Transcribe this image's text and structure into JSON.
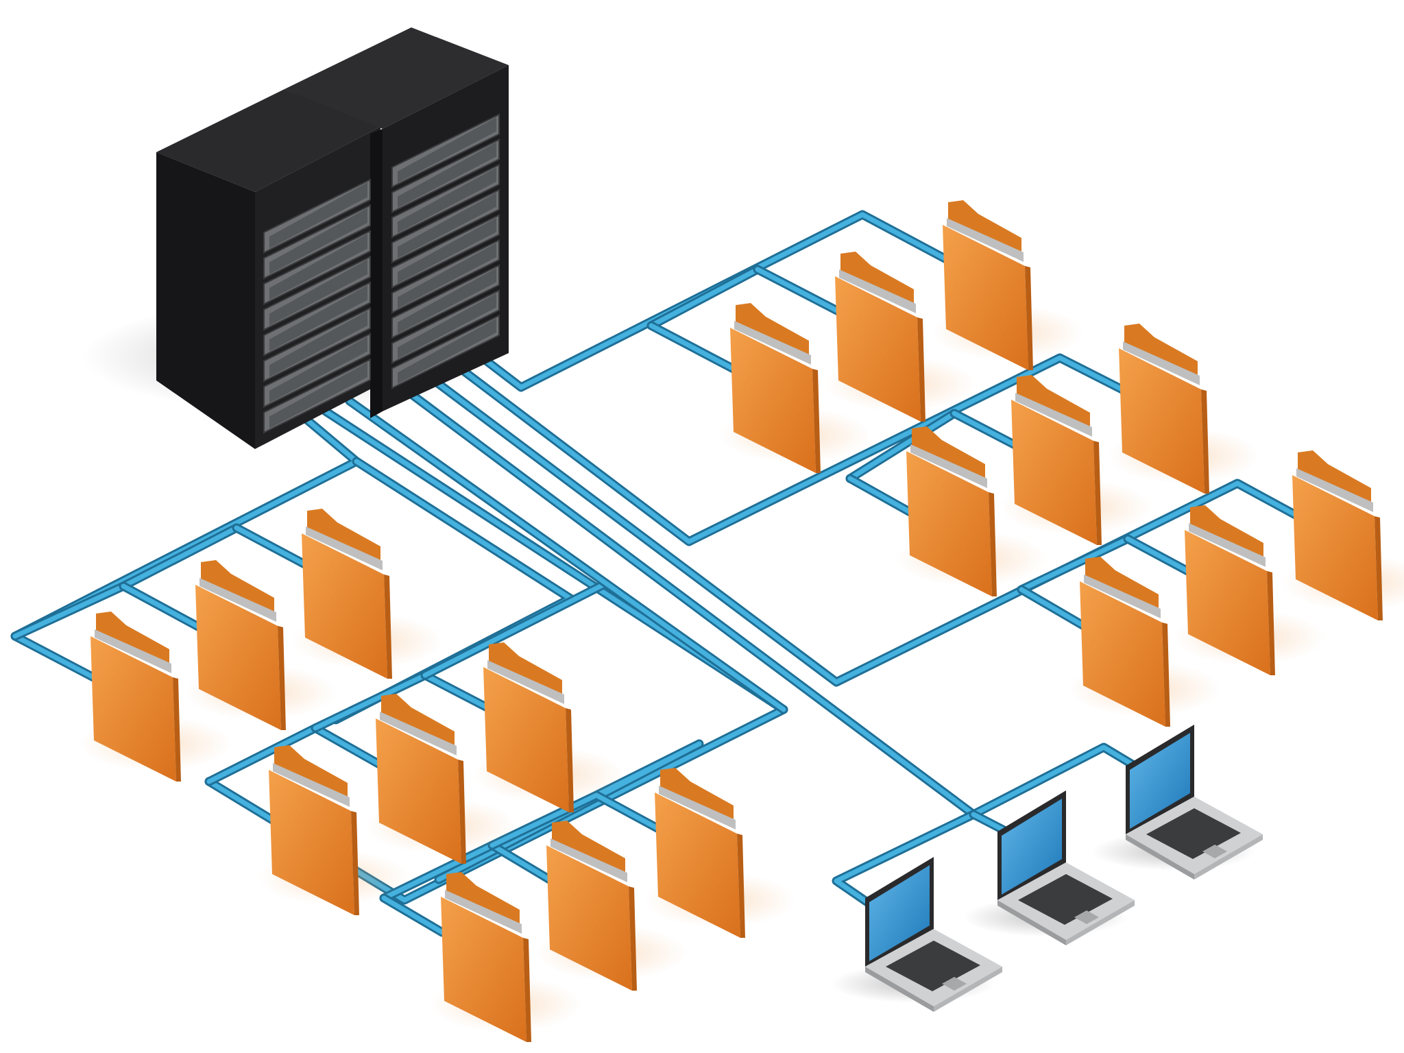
{
  "scene": {
    "background": "#ffffff",
    "cable_color": "#45b1df",
    "cable_edge_color": "#1f6f96",
    "server": {
      "icon": "server-rack-icon",
      "rack_count": 2,
      "color": "#1c1c1e"
    },
    "folder_groups": [
      {
        "id": "top-right-1",
        "icon": "folder-icon",
        "count": 3,
        "color": "#e8852a"
      },
      {
        "id": "top-right-2",
        "icon": "folder-icon",
        "count": 3,
        "color": "#e8852a"
      },
      {
        "id": "top-right-3",
        "icon": "folder-icon",
        "count": 3,
        "color": "#e8852a"
      },
      {
        "id": "left-1",
        "icon": "folder-icon",
        "count": 3,
        "color": "#e8852a"
      },
      {
        "id": "left-2",
        "icon": "folder-icon",
        "count": 3,
        "color": "#e8852a"
      },
      {
        "id": "left-3",
        "icon": "folder-icon",
        "count": 3,
        "color": "#e8852a"
      }
    ],
    "laptop_group": {
      "icon": "laptop-icon",
      "count": 3,
      "screen_color": "#2f95d4"
    }
  }
}
